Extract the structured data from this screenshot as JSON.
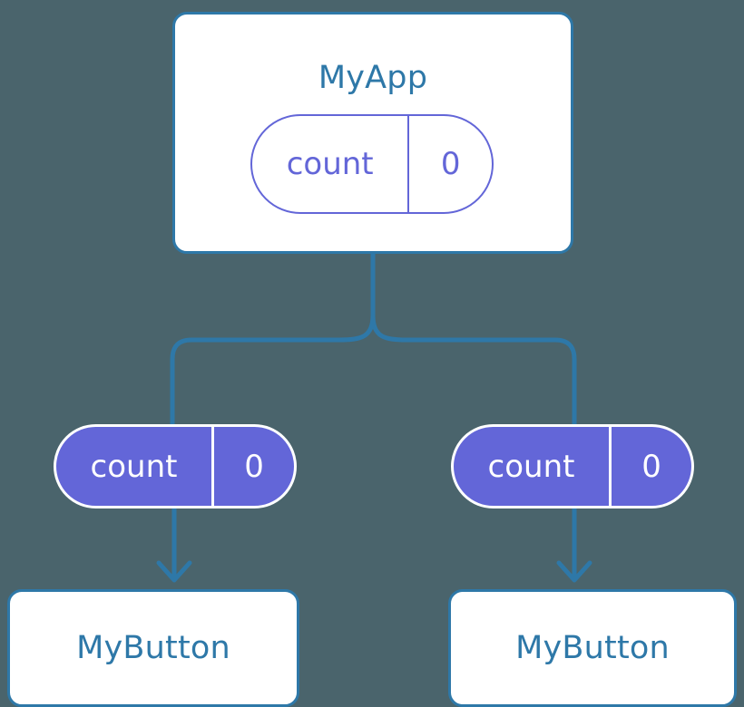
{
  "diagram": {
    "title": "React component tree with count state passed as props",
    "background_color": "#4a646c",
    "colors": {
      "component_stroke": "#2e78a8",
      "component_fill": "#ffffff",
      "component_text": "#2e78a8",
      "pill_fill": "#6366d8",
      "pill_stroke": "#6366d8",
      "pill_filled_text": "#ffffff",
      "connector": "#2e78a8"
    }
  },
  "root": {
    "name": "MyApp",
    "state_pill": {
      "key": "count",
      "value": "0"
    }
  },
  "children": [
    {
      "prop_pill": {
        "key": "count",
        "value": "0"
      },
      "component": {
        "name": "MyButton"
      }
    },
    {
      "prop_pill": {
        "key": "count",
        "value": "0"
      },
      "component": {
        "name": "MyButton"
      }
    }
  ],
  "connectors": {
    "trunk_label": "state-to-children-trunk",
    "left_arrow_label": "prop-to-mybutton-left",
    "right_arrow_label": "prop-to-mybutton-right"
  }
}
